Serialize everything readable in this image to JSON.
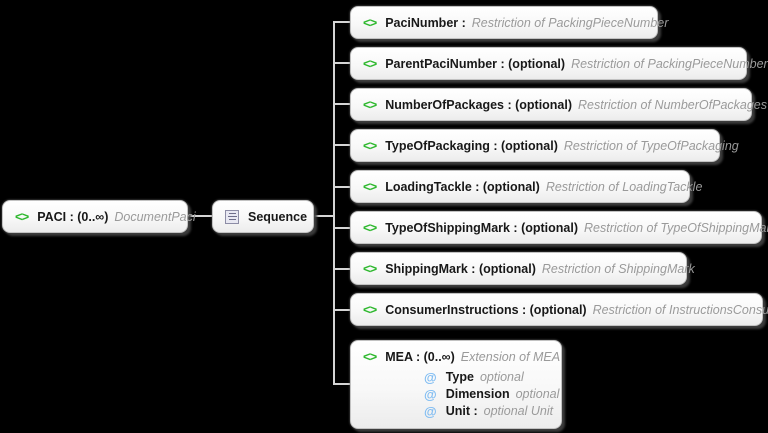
{
  "icons": {
    "element_glyph": "<>",
    "attribute_glyph": "@"
  },
  "colors": {
    "background": "#000000",
    "element_icon_green": "#2eb82e",
    "attribute_icon_blue": "#7fbcf2",
    "type_text_gray": "#9a9a9a",
    "connector_gray": "#d5d5d5",
    "node_fill": "#ffffff"
  },
  "root": {
    "name": "PACI : (0..∞)",
    "type": "DocumentPaci"
  },
  "sequence": {
    "label": "Sequence"
  },
  "children": [
    {
      "name": "PaciNumber :",
      "type": "Restriction of PackingPieceNumber"
    },
    {
      "name": "ParentPaciNumber : (optional)",
      "type": "Restriction of PackingPieceNumber"
    },
    {
      "name": "NumberOfPackages : (optional)",
      "type": "Restriction of NumberOfPackages"
    },
    {
      "name": "TypeOfPackaging : (optional)",
      "type": "Restriction of TypeOfPackaging"
    },
    {
      "name": "LoadingTackle : (optional)",
      "type": "Restriction of LoadingTackle"
    },
    {
      "name": "TypeOfShippingMark : (optional)",
      "type": "Restriction of TypeOfShippingMark"
    },
    {
      "name": "ShippingMark : (optional)",
      "type": "Restriction of ShippingMark"
    },
    {
      "name": "ConsumerInstructions : (optional)",
      "type": "Restriction of InstructionsConsumer"
    },
    {
      "name": "MEA : (0..∞)",
      "type": "Extension of MEA",
      "attributes": [
        {
          "name": "Type",
          "type": "optional"
        },
        {
          "name": "Dimension",
          "type": "optional"
        },
        {
          "name": "Unit :",
          "type": "optional Unit"
        }
      ]
    }
  ]
}
